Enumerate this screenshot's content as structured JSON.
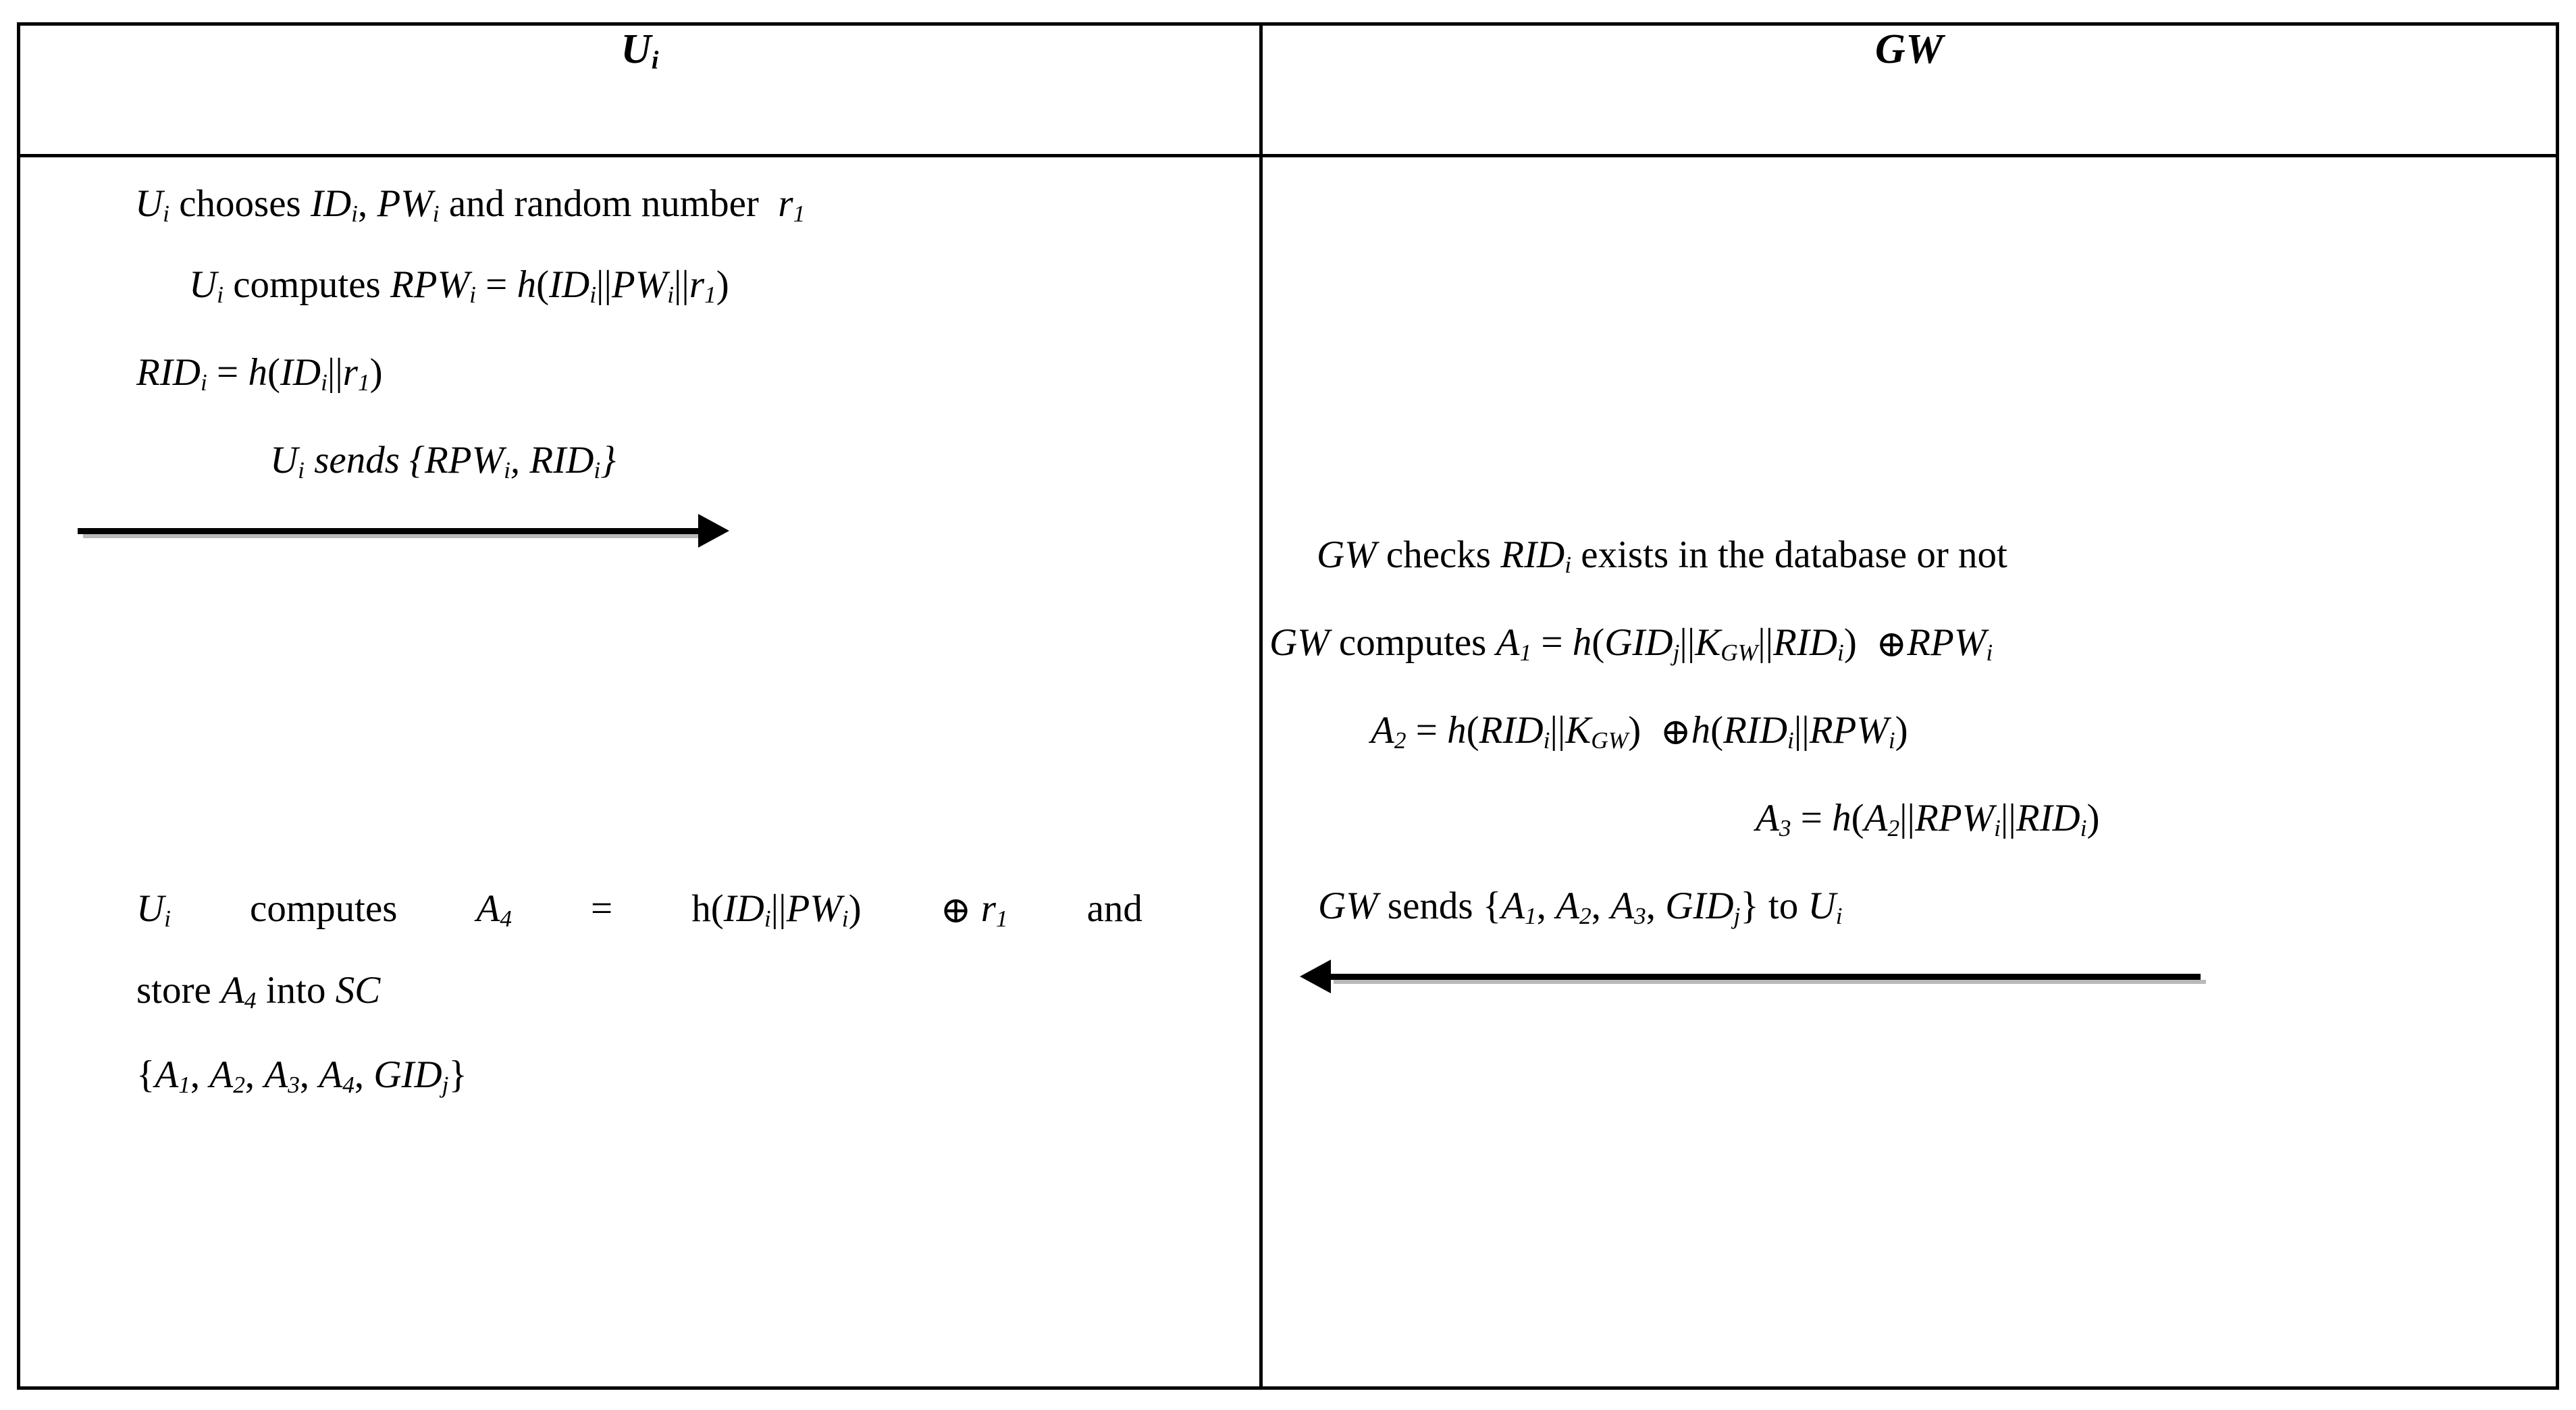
{
  "figure": {
    "type": "protocol-diagram",
    "columns": [
      {
        "id": "user",
        "header": "Ui",
        "header_base": "U",
        "header_sub": "i"
      },
      {
        "id": "gateway",
        "header": "GW",
        "header_base": "GW",
        "header_sub": ""
      }
    ]
  },
  "left_column": {
    "lines": [
      {
        "id": "u-choose",
        "text": "Ui chooses IDi, PWi and random number r1"
      },
      {
        "id": "u-rpw",
        "text": "Ui computes RPWi = h(IDi||PWi||r1)"
      },
      {
        "id": "u-rid",
        "text": "RIDi = h(IDi||r1)"
      },
      {
        "id": "u-send",
        "text": "Ui sends {RPWi, RIDi}"
      },
      {
        "id": "u-a4",
        "text": "Ui computes A4 = h(IDi||PWi) ⊕ r1 and"
      },
      {
        "id": "u-store",
        "text": "store A4 into SC"
      },
      {
        "id": "u-set",
        "text": "{A1, A2, A3, A4, GIDj}"
      }
    ],
    "a4_words": [
      "Ui",
      "computes",
      "A4",
      "=",
      "h(IDi||PWi)",
      "⊕ r1",
      "and"
    ]
  },
  "right_column": {
    "lines": [
      {
        "id": "gw-check",
        "text": "GW checks RIDi exists in the database or not"
      },
      {
        "id": "gw-a1",
        "text": "GW computes A1 = h(GIDj||KGW||RIDi) ⊕RPWi"
      },
      {
        "id": "gw-a2",
        "text": "A2 = h(RIDi||KGW) ⊕h(RIDi||RPWi)"
      },
      {
        "id": "gw-a3",
        "text": "A3 = h(A2||RPWi||RIDi)"
      },
      {
        "id": "gw-send",
        "text": "GW sends {A1, A2, A3, GIDj} to Ui"
      }
    ]
  },
  "arrows": [
    {
      "id": "arrow-user-to-gw",
      "direction": "right",
      "label": "Ui sends {RPWi, RIDi}"
    },
    {
      "id": "arrow-gw-to-user",
      "direction": "left",
      "label": "GW sends {A1, A2, A3, GIDj} to Ui"
    }
  ],
  "colors": {
    "border": "#000000",
    "text": "#000000",
    "background": "#ffffff",
    "arrow_shadow": "#b9b9b9"
  }
}
